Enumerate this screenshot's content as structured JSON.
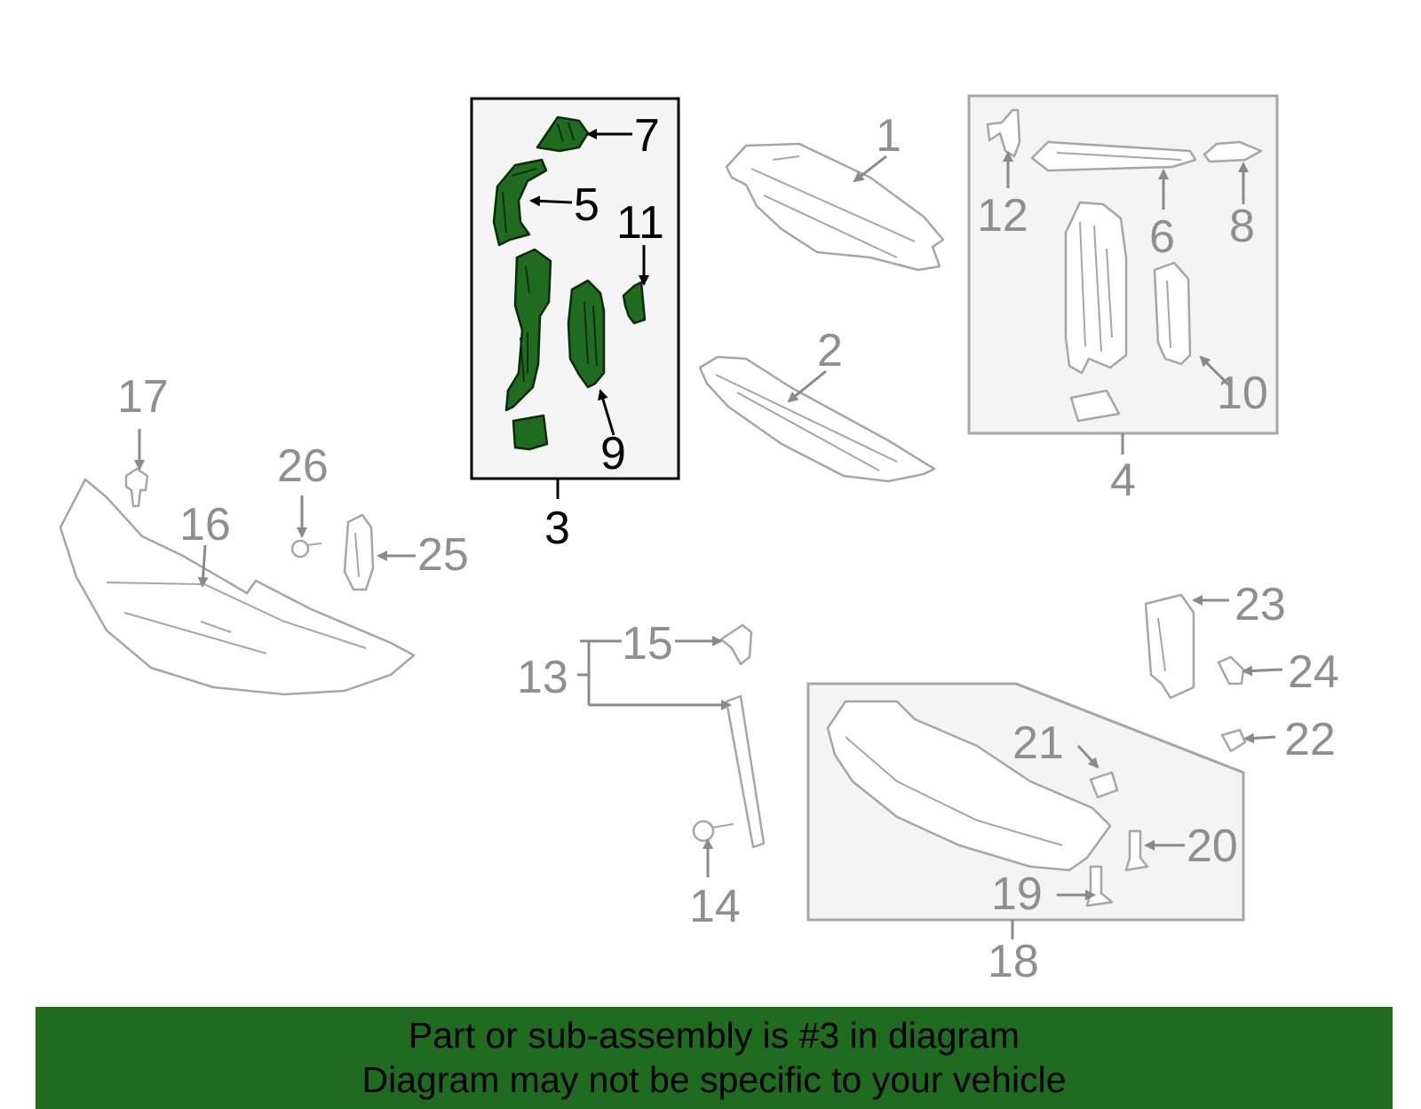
{
  "diagram": {
    "labels": {
      "l1": "1",
      "l2": "2",
      "l3": "3",
      "l4": "4",
      "l5": "5",
      "l6": "6",
      "l7": "7",
      "l8": "8",
      "l9": "9",
      "l10": "10",
      "l11": "11",
      "l12": "12",
      "l13": "13",
      "l14": "14",
      "l15": "15",
      "l16": "16",
      "l17": "17",
      "l18": "18",
      "l19": "19",
      "l20": "20",
      "l21": "21",
      "l22": "22",
      "l23": "23",
      "l24": "24",
      "l25": "25",
      "l26": "26"
    }
  },
  "banner": {
    "line1": "Part or sub-assembly is #3 in diagram",
    "line2": "Diagram may not be specific to your vehicle"
  },
  "colors": {
    "highlight": "#1f6b1f",
    "parts_outline": "#a6a6a6",
    "labels_grey": "#8f8f8f",
    "banner_bg": "#1f6b1f"
  }
}
